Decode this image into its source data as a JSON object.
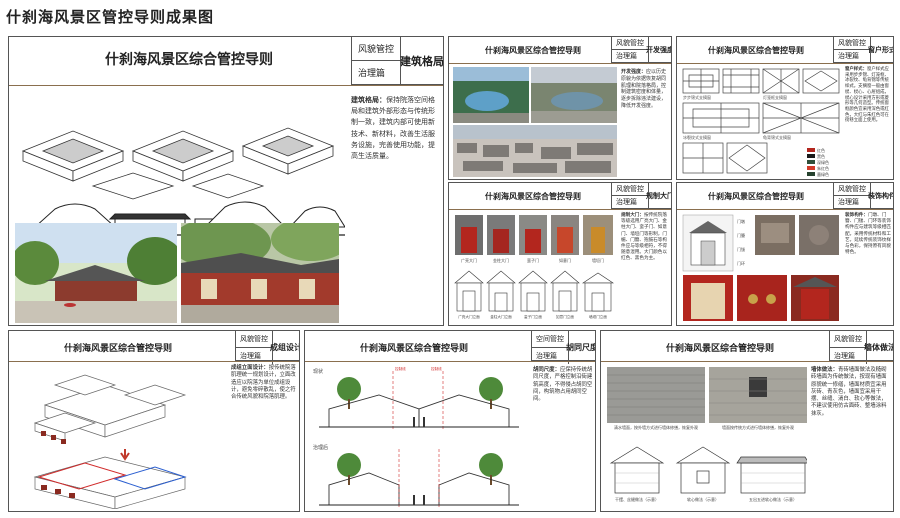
{
  "page_title": "什刹海风景区管控导则成果图",
  "panel_title": "什刹海风景区综合管控导则",
  "panels": {
    "arch": {
      "tag1": "风貌管控",
      "tag2": "治理篇",
      "tag3": "建筑格局",
      "heading": "建筑格局：",
      "text": "保持院落空间格局和建筑外部形态与传统形制一致，建筑内部可使用新技术、新材料，改善生活服务设施，完善使用功能，提高生活质量。"
    },
    "dev": {
      "tag1": "风貌管控",
      "tag2": "治理篇",
      "tag3": "开发强度",
      "heading": "开发强度：",
      "text": "应以历史原貌为依据恢复胡同肌理和院落格局，控制建筑密度和体量，逐步拆除违法建设，降低开发强度。"
    },
    "window": {
      "tag1": "风貌管控",
      "tag2": "治理篇",
      "tag3": "窗户形式",
      "heading": "窗户样式：",
      "text": "窗户样式应采用步步锦、灯笼框、冰裂纹、龟背锦等传统样式。支摘窗一般由窗棂、棂心、心屉组成，棂心设计采用方形或菱形等几何造型。传统窗框颜色宜采用深色或红色，大红与朱红色可在街巷立面上使用。"
    },
    "door": {
      "tag1": "风貌管控",
      "tag2": "治理篇",
      "tag3": "规制大门",
      "heading": "规制大门：",
      "text": "按传统院落等级选用广亮大门、金柱大门、蛮子门、如意门、墙垣门等形制，门楣、门簪、抱鼓石等构件应与等级相符，不得随意混用。大门颜色以红色、黑色为主。"
    },
    "deco": {
      "tag1": "风貌管控",
      "tag2": "治理篇",
      "tag3": "装饰构件",
      "heading": "装饰构件：",
      "text": "门墩、门簪、门钹、门环等装饰构件应与建筑等级相匹配，采用传统材料和工艺，延续传统装饰纹样与色彩，保持原有风貌特色。"
    },
    "form": {
      "tag1": "风貌管控",
      "tag2": "治理篇",
      "tag3": "成组设计",
      "heading": "成组立面设计：",
      "text": "按传统院落肌理统一规划设计，立面改造应以院落为单位成组设计，避免零碎散乱，使之符合传统风貌和院落肌理。"
    },
    "alley": {
      "tag1": "空间管控",
      "tag2": "治理篇",
      "tag3": "胡同尺度",
      "heading": "胡同尺度：",
      "text": "应保持传统胡同尺度，严格控制沿街建筑高度，不得侵占胡同空间，构筑物占用胡同空间。",
      "label_now": "现状",
      "label_after": "治理后",
      "dim_label": "控制线"
    },
    "wall": {
      "tag1": "风貌管控",
      "tag2": "治理篇",
      "tag3": "墙体做法",
      "heading": "墙体做法：",
      "text": "青砖墙面做法及糙砌砖墙面为传统做法，按现有墙面原貌统一修缮，墙面材质宜采用灰砖、青灰色，墙面宜采用干摆、丝缝、淌白、软心等做法，不建议使用仿古面砖、整墙涂料抹灰。",
      "cap1": "清水墙面，按外墙方式进行墙体修缮，恢复外观",
      "cap2": "墙面按传统方式进行墙体修缮，恢复外观",
      "cap3": "干摆、丝缝做法（示意）",
      "cap4": "软心做法（示意）",
      "cap5": "五出五进软心做法（示意）"
    }
  },
  "door_labels": [
    "广亮大门",
    "金柱大门",
    "蛮子门",
    "如意门",
    "墙垣门"
  ],
  "door_labels2": [
    "广亮大门立面",
    "金柱大门立面",
    "蛮子门立面",
    "如意门立面",
    "墙垣门立面"
  ],
  "deco_labels": [
    "门墩",
    "门簪",
    "门钹",
    "门环"
  ],
  "window_labels": [
    "步步锦式支摘窗",
    "灯笼框支摘窗",
    "冰裂纹式支摘窗",
    "龟背锦式支摘窗"
  ],
  "window_legend": [
    "红色",
    "黑色",
    "深绿色",
    "朱红色",
    "墨绿色"
  ],
  "colors": {
    "frame": "#555555",
    "rule": "#8a6f4e",
    "door_red": "#b3261e",
    "roof_grey": "#6b6b6b",
    "tree_green": "#4e8a3a",
    "wall_brick": "#9a9a96"
  }
}
